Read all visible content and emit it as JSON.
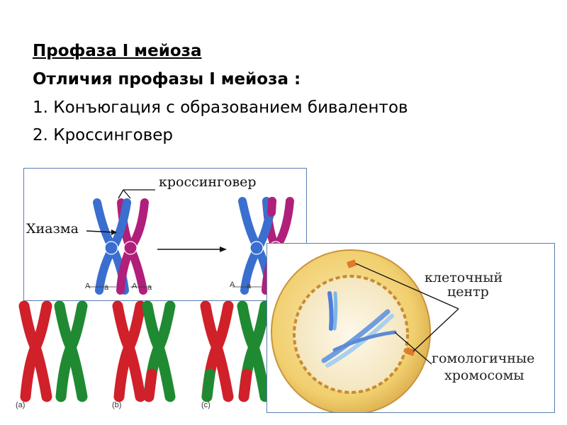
{
  "text": {
    "title": "Профаза I мейоза",
    "subtitle": "Отличия профазы I мейоза :",
    "items": [
      "1. Конъюгация с образованием бивалентов",
      "2. Кроссинговер"
    ]
  },
  "crossover_figure": {
    "crossover_label": "кроссинговер",
    "chiasma_label": "Хиазма",
    "allele_upper": "A",
    "allele_lower": "a"
  },
  "abc_figure": {
    "labels": [
      "(a)",
      "(b)",
      "(c)"
    ]
  },
  "cell_figure": {
    "centrosome_label_1": "клеточный",
    "centrosome_label_2": "центр",
    "chromosomes_label_1": "гомологичные",
    "chromosomes_label_2": "хромосомы"
  },
  "colors": {
    "chromatid_blue": "#3a6fcf",
    "chromatid_magenta": "#b0207a",
    "chrom_red": "#d0202a",
    "chrom_green": "#1f8a32",
    "cell_fill": "#f4d98a",
    "nucleus_fill": "#faf0d4"
  }
}
